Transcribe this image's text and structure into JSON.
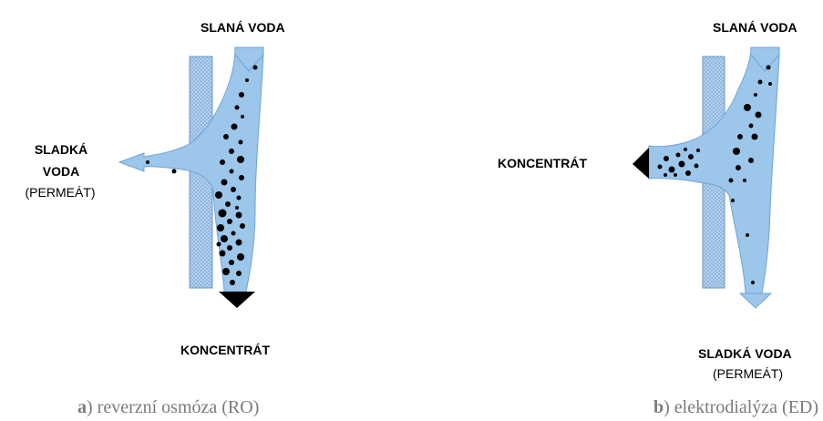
{
  "panel_a": {
    "top_label": "SLANÁ VODA",
    "left_label_line1": "SLADKÁ",
    "left_label_line2": "VODA",
    "left_label_line3": "(PERMEÁT)",
    "bottom_label": "KONCENTRÁT",
    "caption_letter": "a",
    "caption_text": ") reverzní osmóza (RO)"
  },
  "panel_b": {
    "top_label": "SLANÁ VODA",
    "left_label": "KONCENTRÁT",
    "bottom_label_line1": "SLADKÁ VODA",
    "bottom_label_line2": "(PERMEÁT)",
    "caption_letter": "b",
    "caption_text": ") elektrodialýza (ED)"
  },
  "colors": {
    "water": "#9cc6ea",
    "water_edge": "#6fa5d6",
    "membrane": "#a9c9ea",
    "particles": "#000000",
    "caption": "#7b7b7b"
  }
}
